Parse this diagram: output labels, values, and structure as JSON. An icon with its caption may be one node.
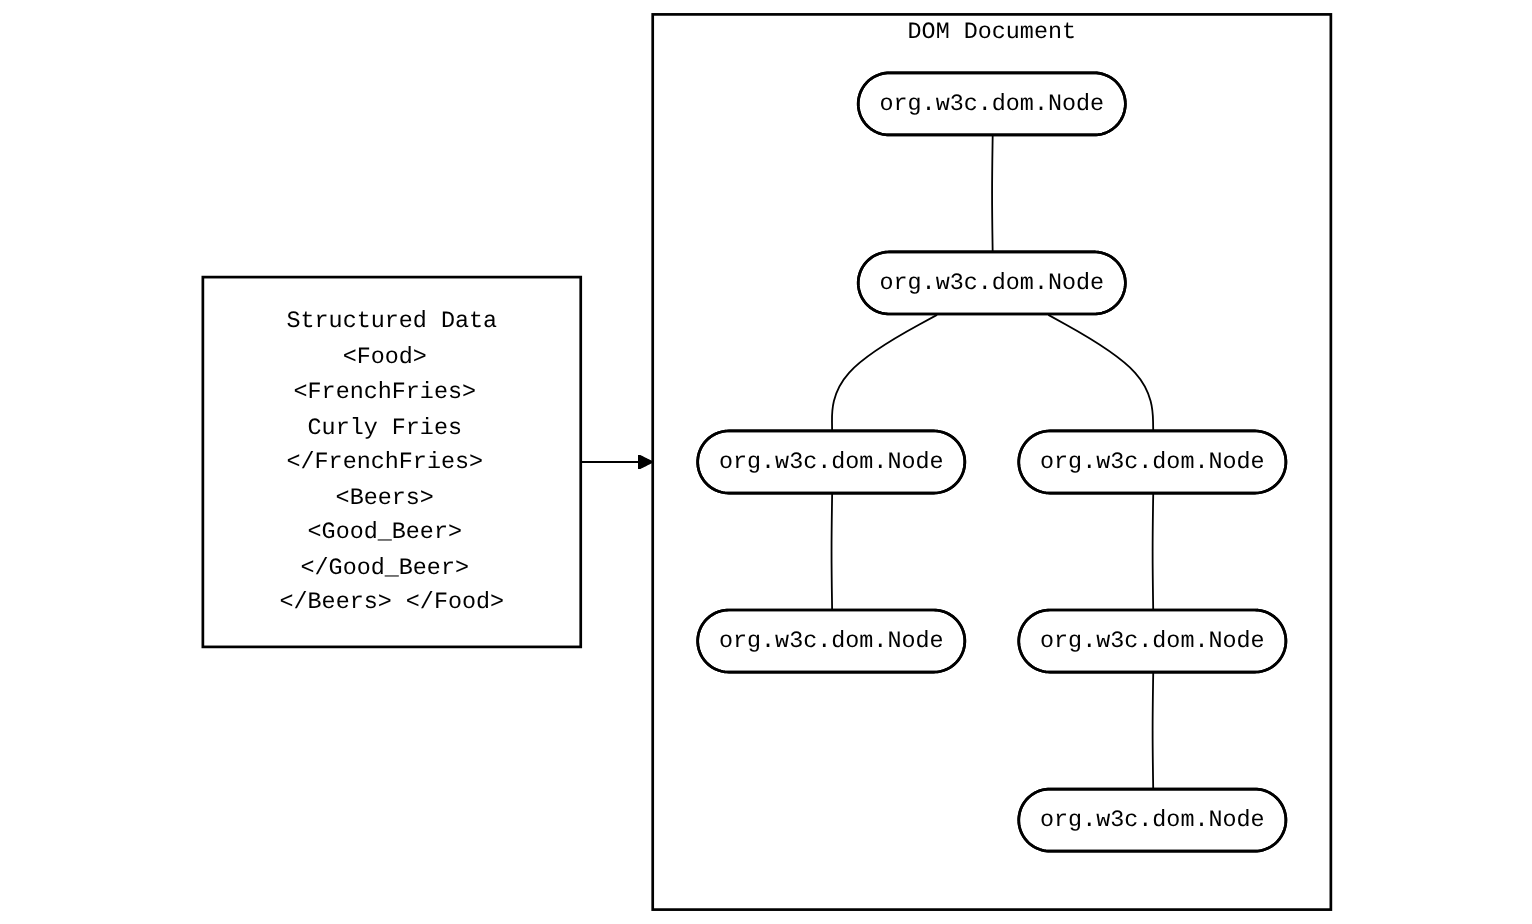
{
  "diagram": {
    "nodes": [
      {
        "text": [
          "Structured Data",
          "<Food> <FrenchFries> Curly Fries </FrenchFries> <Beers> <Good_Beer> </Good_Beer> </Beers> </Food>"
        ]
      },
      {
        "text": [
          "DOM Document"
        ]
      },
      {
        "text": [
          "org.w3c.dom.Node"
        ],
        "in": 1
      },
      {
        "text": [
          "org.w3c.dom.Node"
        ],
        "in": 1
      },
      {
        "text": [
          "org.w3c.dom.Node"
        ],
        "in": 1
      },
      {
        "text": [
          "org.w3c.dom.Node"
        ],
        "in": 1
      },
      {
        "text": [
          "org.w3c.dom.Node"
        ],
        "in": 1
      },
      {
        "text": [
          "org.w3c.dom.Node"
        ],
        "in": 1
      },
      {
        "text": [
          "org.w3c.dom.Node"
        ],
        "in": 1
      }
    ],
    "edges": [
      {
        "from": 0,
        "to": 1,
        "arrow": "to"
      },
      {
        "from": 2,
        "to": 3,
        "arrow": "none"
      },
      {
        "from": 3,
        "to": 4,
        "arrow": "none"
      },
      {
        "from": 3,
        "to": 5,
        "arrow": "none"
      },
      {
        "from": 4,
        "to": 7,
        "arrow": "none"
      },
      {
        "from": 5,
        "to": 6,
        "arrow": "none"
      },
      {
        "from": 6,
        "to": 8,
        "arrow": "none"
      }
    ]
  }
}
